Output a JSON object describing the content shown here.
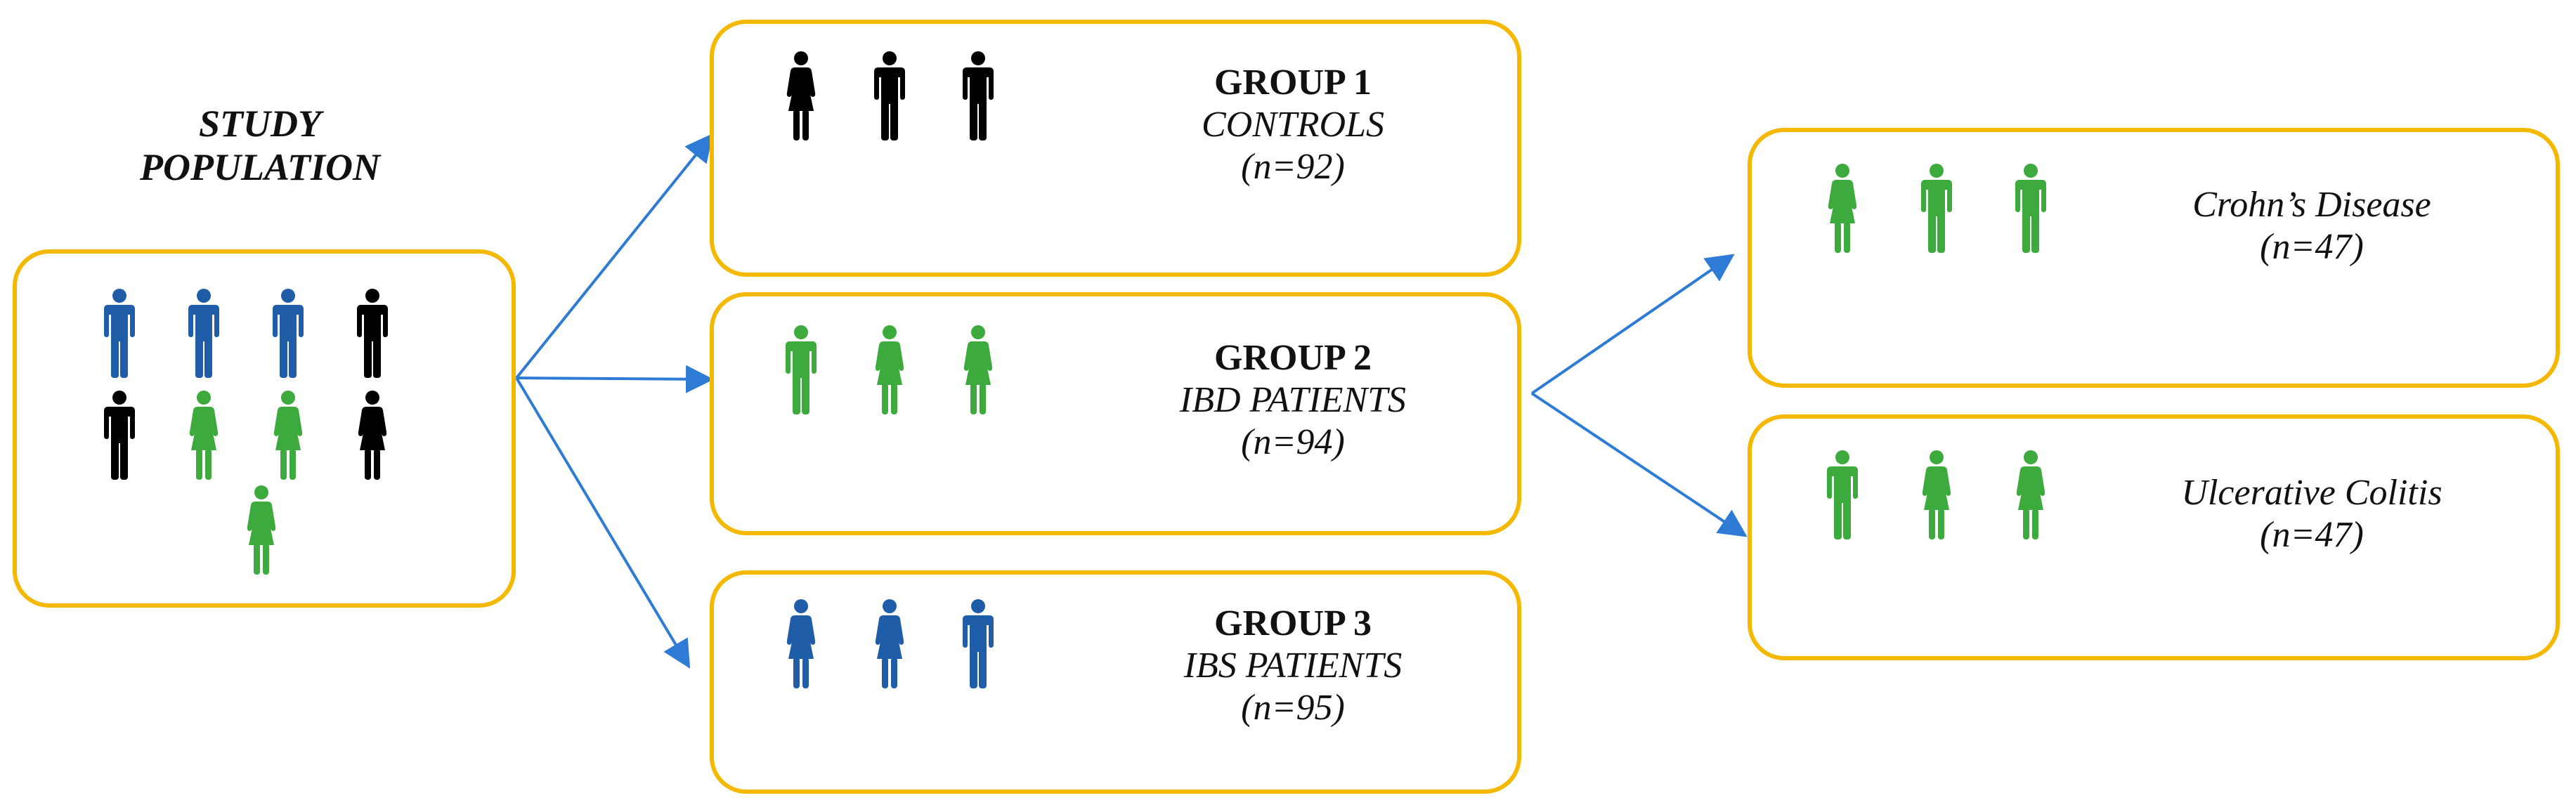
{
  "colors": {
    "border": "#F5B800",
    "arrow": "#2E7BD6",
    "black": "#000000",
    "green": "#3DAA3D",
    "blue": "#1F5DA8"
  },
  "study": {
    "title_line1": "STUDY",
    "title_line2": "POPULATION",
    "rows": [
      [
        {
          "sex": "male",
          "color": "blue"
        },
        {
          "sex": "male",
          "color": "blue"
        },
        {
          "sex": "male",
          "color": "blue"
        },
        {
          "sex": "male",
          "color": "black"
        }
      ],
      [
        {
          "sex": "male",
          "color": "black"
        },
        {
          "sex": "female",
          "color": "green"
        },
        {
          "sex": "female",
          "color": "green"
        },
        {
          "sex": "female",
          "color": "black"
        }
      ],
      [
        {
          "sex": "female",
          "color": "green"
        }
      ]
    ]
  },
  "groups": [
    {
      "heading": "GROUP 1",
      "label": "CONTROLS",
      "count": "(n=92)",
      "people": [
        {
          "sex": "female",
          "color": "black"
        },
        {
          "sex": "male",
          "color": "black"
        },
        {
          "sex": "male",
          "color": "black"
        }
      ]
    },
    {
      "heading": "GROUP 2",
      "label": "IBD PATIENTS",
      "count": "(n=94)",
      "people": [
        {
          "sex": "male",
          "color": "green"
        },
        {
          "sex": "female",
          "color": "green"
        },
        {
          "sex": "female",
          "color": "green"
        }
      ]
    },
    {
      "heading": "GROUP 3",
      "label": "IBS PATIENTS",
      "count": "(n=95)",
      "people": [
        {
          "sex": "female",
          "color": "blue"
        },
        {
          "sex": "female",
          "color": "blue"
        },
        {
          "sex": "male",
          "color": "blue"
        }
      ]
    }
  ],
  "subgroups": [
    {
      "label": "Crohn’s Disease",
      "count": "(n=47)",
      "people": [
        {
          "sex": "female",
          "color": "green"
        },
        {
          "sex": "male",
          "color": "green"
        },
        {
          "sex": "male",
          "color": "green"
        }
      ]
    },
    {
      "label": "Ulcerative Colitis",
      "count": "(n=47)",
      "people": [
        {
          "sex": "male",
          "color": "green"
        },
        {
          "sex": "female",
          "color": "green"
        },
        {
          "sex": "female",
          "color": "green"
        }
      ]
    }
  ]
}
